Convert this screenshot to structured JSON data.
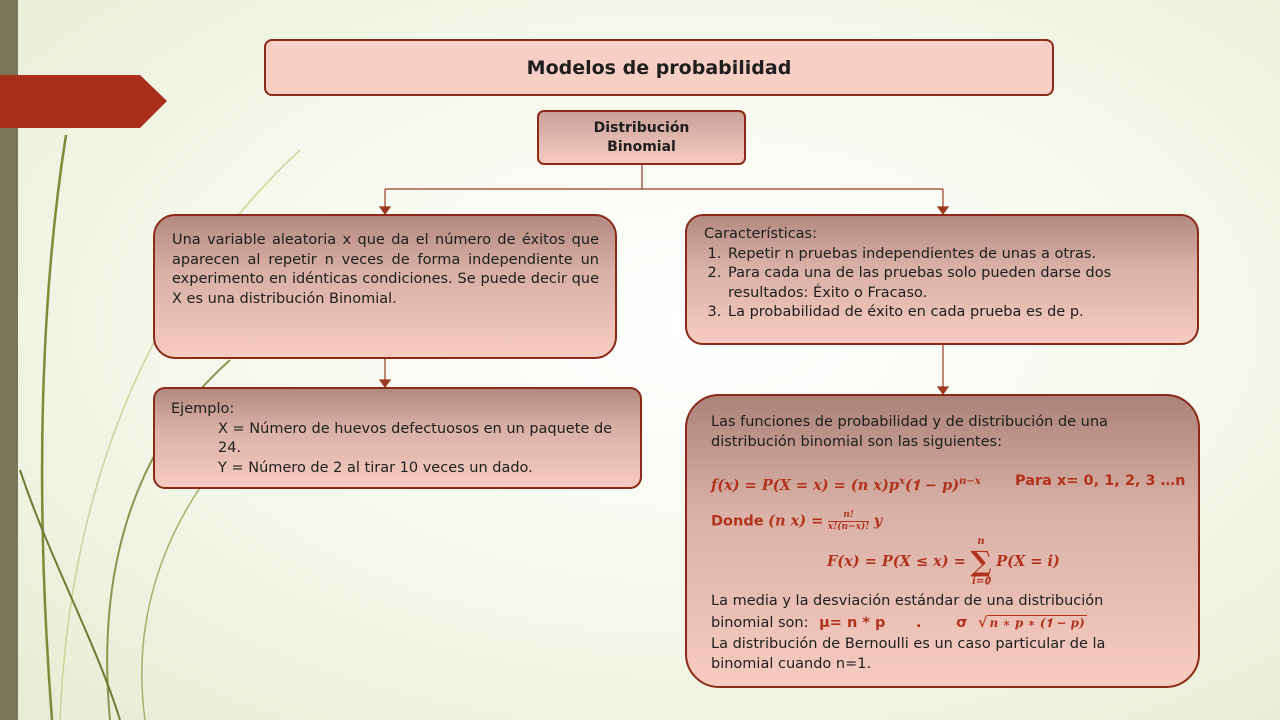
{
  "title": "Modelos de probabilidad",
  "binomial": {
    "line1": "Distribución",
    "line2": "Binomial"
  },
  "definition": {
    "text": "Una variable aleatoria x que da el número de éxitos que aparecen al repetir n veces de forma independiente un experimento en idénticas condiciones. Se puede decir que X es una distribución Binomial."
  },
  "characteristics": {
    "heading": "Características:",
    "items": [
      "Repetir n pruebas independientes de unas a otras.",
      "Para cada una de las pruebas solo pueden darse dos resultados: Éxito o Fracaso.",
      "La probabilidad de éxito en cada prueba es de p."
    ]
  },
  "example": {
    "heading": "Ejemplo:",
    "items": [
      "X = Número de huevos defectuosos en un paquete de 24.",
      "Y = Número de 2 al tirar 10 veces un dado."
    ]
  },
  "functions": {
    "intro": "Las funciones de probabilidad y de distribución de una distribución binomial son las siguientes:",
    "f_formula": "𝒇(𝒙) = 𝑷(𝑿 = 𝒙) = (𝒏 𝒙)𝒑",
    "f_sup1": "𝒙",
    "f_mid": "(𝟏 − 𝒑)",
    "f_sup2": "𝒏−𝒙",
    "range": "Para x= 0, 1, 2, 3 …n",
    "donde_label": "Donde",
    "donde_lhs": "(𝒏 𝒙) =",
    "frac_num": "𝒏!",
    "frac_den": "𝒙!(𝒏−𝒙)!",
    "donde_rhs": "𝒚",
    "F_lhs": "𝑭(𝒙) = 𝑷(𝑿 ≤ 𝒙) =",
    "sum_top": "𝒏",
    "sum_symbol": "∑",
    "sum_bottom": "𝒊=𝟎",
    "F_rhs": "𝑷(𝑿 = 𝒊)",
    "mean_text1": "La media y la desviación estándar de una distribución",
    "mean_text2": "binomial son:",
    "mu": "μ= n * p",
    "dot": ".",
    "sigma": "σ",
    "sqrt_symbol": "√",
    "sqrt_content": "𝒏 ∗ 𝒑 ∗ (𝟏 − 𝒑)",
    "bernoulli": "La distribución de Bernoulli es un caso particular de la binomial cuando n=1."
  }
}
